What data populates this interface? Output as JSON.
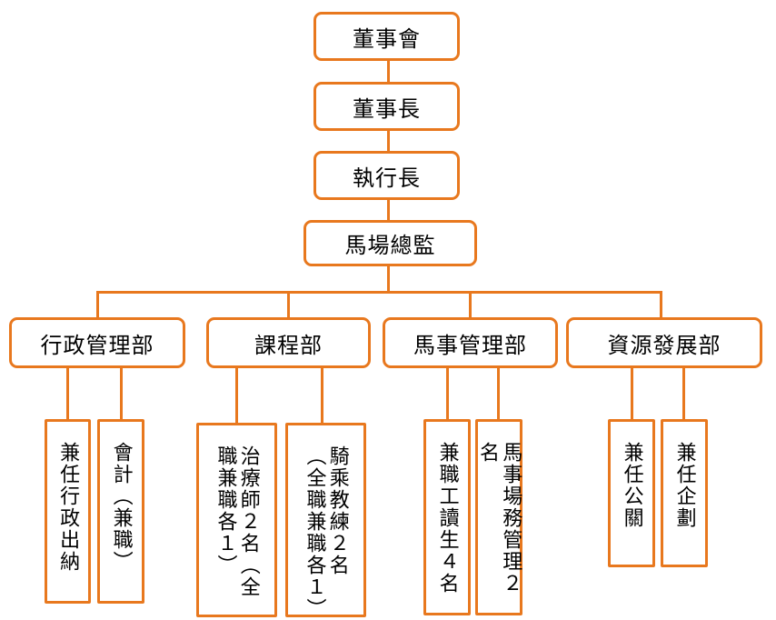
{
  "top": {
    "board": "董事會",
    "chairman": "董事長",
    "ceo": "執行長",
    "director": "馬場總監"
  },
  "departments": {
    "admin": "行政管理部",
    "course": "課程部",
    "horse": "馬事管理部",
    "resource": "資源發展部"
  },
  "staff": {
    "admin_cashier": "兼任行政出納",
    "accounting": "會計（兼職）",
    "therapist": "治療師２名（全職兼職各１）",
    "riding_coach": "騎乘教練２名（全職兼職各１）",
    "work_study": "兼職工讀生４名",
    "stable_manager": "馬事場務管理２名",
    "pr": "兼任公關",
    "planning": "兼任企劃"
  },
  "colors": {
    "accent": "#E8781E",
    "text": "#000000",
    "background": "#FFFFFF"
  }
}
